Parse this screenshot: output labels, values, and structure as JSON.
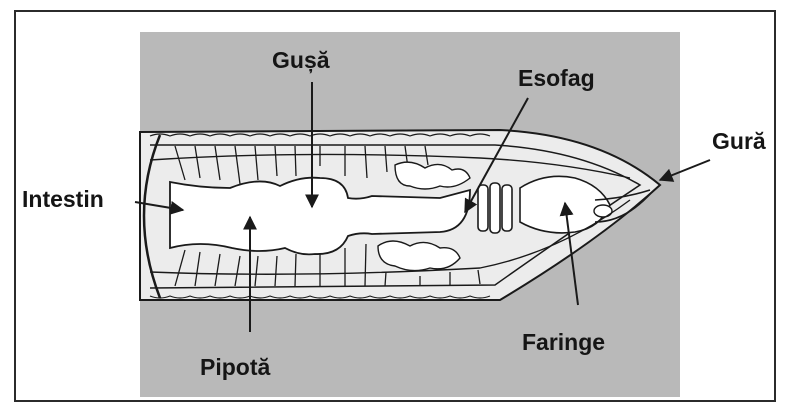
{
  "labels": {
    "gusa": "Gușă",
    "esofag": "Esofag",
    "gura": "Gură",
    "intestin": "Intestin",
    "pipota": "Pipotă",
    "faringe": "Faringe"
  },
  "colors": {
    "panel": "#b9b9b9",
    "ink": "#1a1a1a",
    "organ_fill": "#ffffff"
  }
}
